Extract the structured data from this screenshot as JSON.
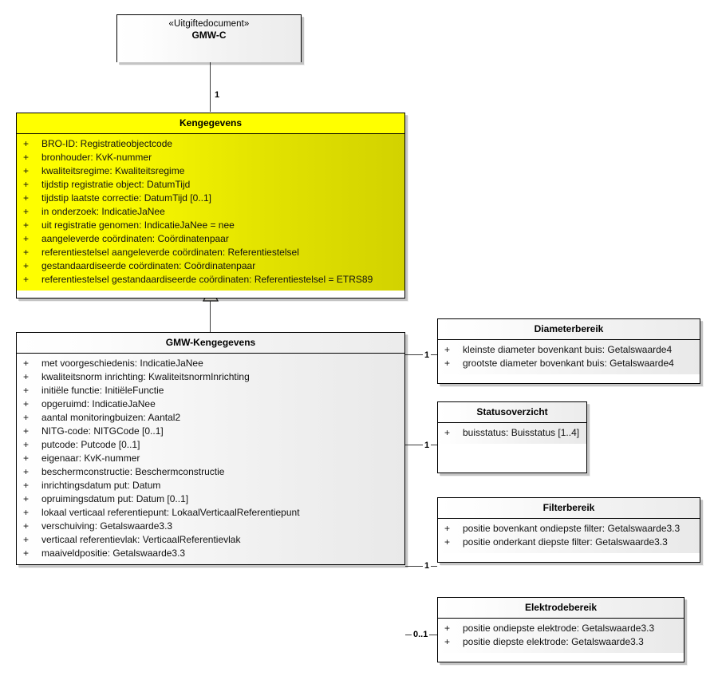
{
  "diagram": {
    "type": "uml-class-diagram",
    "background": "#ffffff",
    "highlight_color": "#ffff00"
  },
  "classes": {
    "gmw_c": {
      "stereotype": "«Uitgiftedocument»",
      "name": "GMW-C",
      "attributes": []
    },
    "kengegevens": {
      "name": "Kengegevens",
      "attributes": [
        {
          "vis": "+",
          "text": "BRO-ID: Registratieobjectcode"
        },
        {
          "vis": "+",
          "text": "bronhouder: KvK-nummer"
        },
        {
          "vis": "+",
          "text": "kwaliteitsregime: Kwaliteitsregime"
        },
        {
          "vis": "+",
          "text": "tijdstip registratie object: DatumTijd"
        },
        {
          "vis": "+",
          "text": "tijdstip laatste correctie: DatumTijd [0..1]"
        },
        {
          "vis": "+",
          "text": "in onderzoek: IndicatieJaNee"
        },
        {
          "vis": "+",
          "text": "uit registratie genomen: IndicatieJaNee = nee"
        },
        {
          "vis": "+",
          "text": "aangeleverde coördinaten: Coördinatenpaar"
        },
        {
          "vis": "+",
          "text": "referentiestelsel aangeleverde coördinaten: Referentiestelsel"
        },
        {
          "vis": "+",
          "text": "gestandaardiseerde coördinaten: Coördinatenpaar"
        },
        {
          "vis": "+",
          "text": "referentiestelsel gestandaardiseerde coördinaten: Referentiestelsel = ETRS89"
        }
      ]
    },
    "gmw_kengegevens": {
      "name": "GMW-Kengegevens",
      "attributes": [
        {
          "vis": "+",
          "text": "met voorgeschiedenis: IndicatieJaNee"
        },
        {
          "vis": "+",
          "text": "kwaliteitsnorm inrichting: KwaliteitsnormInrichting"
        },
        {
          "vis": "+",
          "text": "initiële functie: InitiëleFunctie"
        },
        {
          "vis": "+",
          "text": "opgeruimd: IndicatieJaNee"
        },
        {
          "vis": "+",
          "text": "aantal monitoringbuizen: Aantal2"
        },
        {
          "vis": "+",
          "text": "NITG-code: NITGCode [0..1]"
        },
        {
          "vis": "+",
          "text": "putcode: Putcode [0..1]"
        },
        {
          "vis": "+",
          "text": "eigenaar: KvK-nummer"
        },
        {
          "vis": "+",
          "text": "beschermconstructie: Beschermconstructie"
        },
        {
          "vis": "+",
          "text": "inrichtingsdatum put: Datum"
        },
        {
          "vis": "+",
          "text": "opruimingsdatum put: Datum [0..1]"
        },
        {
          "vis": "+",
          "text": "lokaal verticaal referentiepunt: LokaalVerticaalReferentiepunt"
        },
        {
          "vis": "+",
          "text": "verschuiving: Getalswaarde3.3"
        },
        {
          "vis": "+",
          "text": "verticaal referentievlak: VerticaalReferentievlak"
        },
        {
          "vis": "+",
          "text": "maaiveldpositie: Getalswaarde3.3"
        }
      ]
    },
    "diameterbereik": {
      "name": "Diameterbereik",
      "attributes": [
        {
          "vis": "+",
          "text": "kleinste diameter bovenkant buis: Getalswaarde4"
        },
        {
          "vis": "+",
          "text": "grootste diameter bovenkant buis: Getalswaarde4"
        }
      ]
    },
    "statusoverzicht": {
      "name": "Statusoverzicht",
      "attributes": [
        {
          "vis": "+",
          "text": "buisstatus: Buisstatus [1..4]"
        }
      ]
    },
    "filterbereik": {
      "name": "Filterbereik",
      "attributes": [
        {
          "vis": "+",
          "text": "positie bovenkant ondiepste filter: Getalswaarde3.3"
        },
        {
          "vis": "+",
          "text": "positie onderkant diepste filter: Getalswaarde3.3"
        }
      ]
    },
    "elektrodebereik": {
      "name": "Elektrodebereik",
      "attributes": [
        {
          "vis": "+",
          "text": "positie ondiepste elektrode: Getalswaarde3.3"
        },
        {
          "vis": "+",
          "text": "positie diepste elektrode: Getalswaarde3.3"
        }
      ]
    }
  },
  "connectors": {
    "gmwc_to_kengegevens": {
      "multiplicity": "1"
    },
    "kengegevens_generalization": {
      "multiplicity": ""
    },
    "to_diameterbereik": {
      "multiplicity": "1"
    },
    "to_statusoverzicht": {
      "multiplicity": "1"
    },
    "to_filterbereik": {
      "multiplicity": "1"
    },
    "to_elektrodebereik": {
      "multiplicity": "0..1"
    }
  }
}
